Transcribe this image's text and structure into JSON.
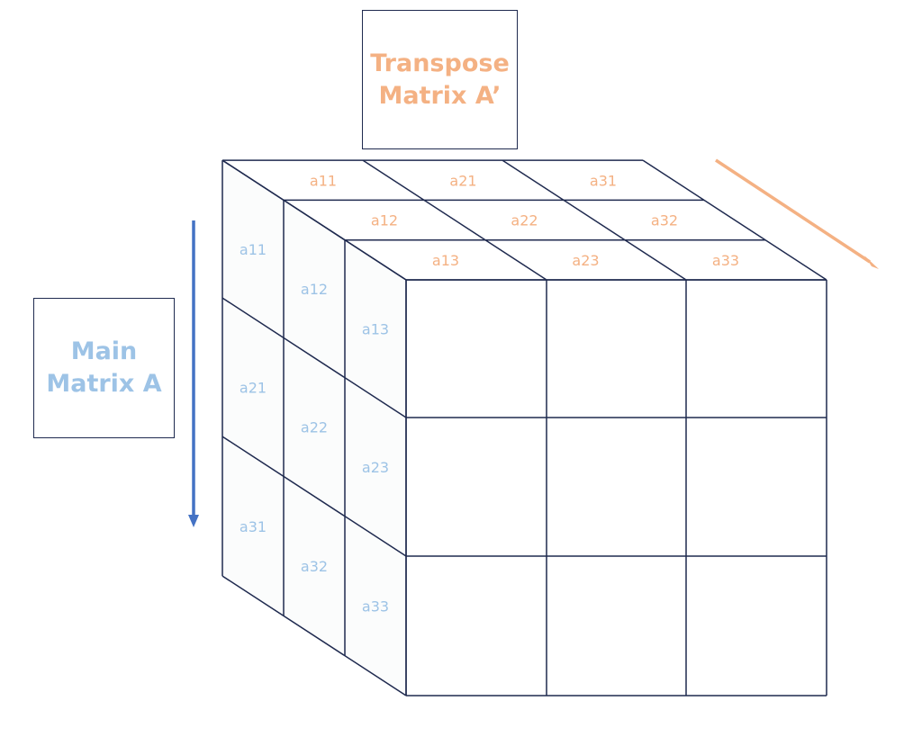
{
  "transpose_box": {
    "line1": "Transpose",
    "line2": "Matrix A’"
  },
  "main_box": {
    "line1": "Main",
    "line2": "Matrix A"
  },
  "top_labels": [
    [
      "a11",
      "a21",
      "a31"
    ],
    [
      "a12",
      "a22",
      "a32"
    ],
    [
      "a13",
      "a23",
      "a33"
    ]
  ],
  "side_labels": [
    [
      "a11",
      "a21",
      "a31"
    ],
    [
      "a12",
      "a22",
      "a32"
    ],
    [
      "a13",
      "a23",
      "a33"
    ]
  ],
  "colors": {
    "line": "#1f2a4f",
    "orange": "#f4b183",
    "blue_text": "#9dc3e6",
    "blue_arrow": "#4472c4",
    "side_face": "#fbfcfc"
  }
}
